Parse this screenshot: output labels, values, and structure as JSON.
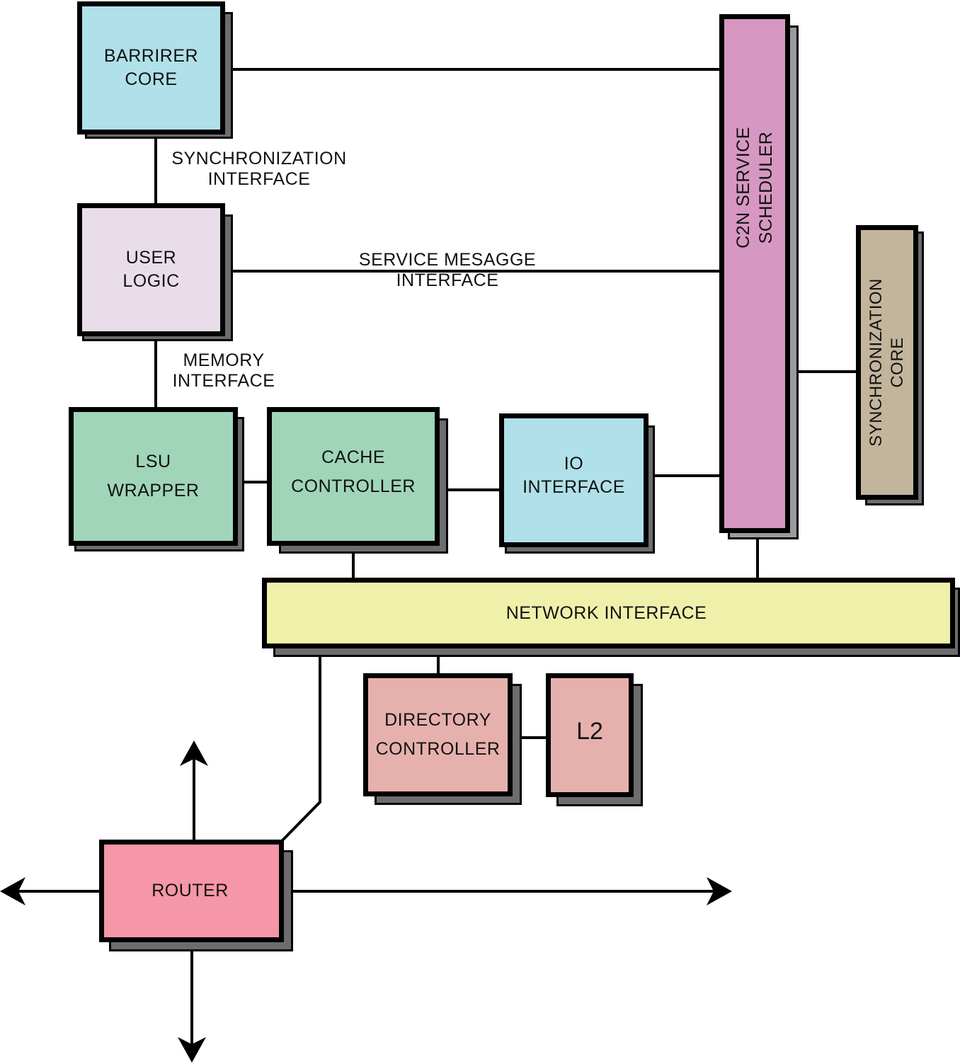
{
  "colors": {
    "barrier": "#b0e0ea",
    "user_logic": "#e8dde9",
    "lsu": "#a0d5b9",
    "cache": "#a0d5b9",
    "io": "#b0e0ea",
    "scheduler": "#d697c2",
    "sync_core": "#c2b59c",
    "network": "#eff1ab",
    "directory": "#e6b1ad",
    "l2": "#e6b1ad",
    "router": "#f597a6",
    "shadow": "#6d6d70"
  },
  "blocks": {
    "barrier_core": [
      "BARRIRER",
      "CORE"
    ],
    "user_logic": [
      "USER",
      "LOGIC"
    ],
    "lsu_wrapper": [
      "LSU",
      "WRAPPER"
    ],
    "cache_controller": [
      "CACHE",
      "CONTROLLER"
    ],
    "io_interface": [
      "IO",
      "INTERFACE"
    ],
    "c2n_scheduler": [
      "C2N SERVICE",
      "SCHEDULER"
    ],
    "synchronization_core": [
      "SYNCHRONIZATION",
      "CORE"
    ],
    "network_interface": "NETWORK INTERFACE",
    "directory_controller": [
      "DIRECTORY",
      "CONTROLLER"
    ],
    "l2": "L2",
    "router": "ROUTER"
  },
  "links": {
    "synchronization_interface": [
      "SYNCHRONIZATION",
      "INTERFACE"
    ],
    "service_message_interface": [
      "SERVICE MESAGGE",
      "INTERFACE"
    ],
    "memory_interface": [
      "MEMORY",
      "INTERFACE"
    ]
  }
}
